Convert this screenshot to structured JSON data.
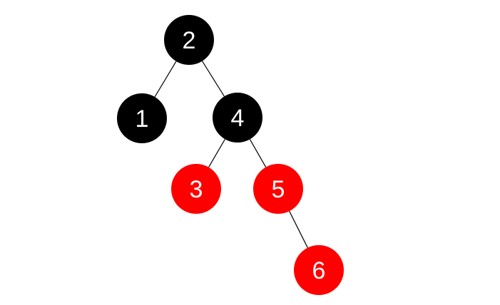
{
  "tree": {
    "colors": {
      "black": "#000000",
      "red": "#ff0000",
      "label": "#ffffff",
      "edge": "#000000"
    },
    "nodes": [
      {
        "id": "n2",
        "label": "2",
        "color": "black"
      },
      {
        "id": "n1",
        "label": "1",
        "color": "black"
      },
      {
        "id": "n4",
        "label": "4",
        "color": "black"
      },
      {
        "id": "n3",
        "label": "3",
        "color": "red"
      },
      {
        "id": "n5",
        "label": "5",
        "color": "red"
      },
      {
        "id": "n6",
        "label": "6",
        "color": "red"
      }
    ],
    "edges": [
      {
        "from": "n2",
        "to": "n1"
      },
      {
        "from": "n2",
        "to": "n4"
      },
      {
        "from": "n4",
        "to": "n3"
      },
      {
        "from": "n4",
        "to": "n5"
      },
      {
        "from": "n5",
        "to": "n6"
      }
    ]
  }
}
